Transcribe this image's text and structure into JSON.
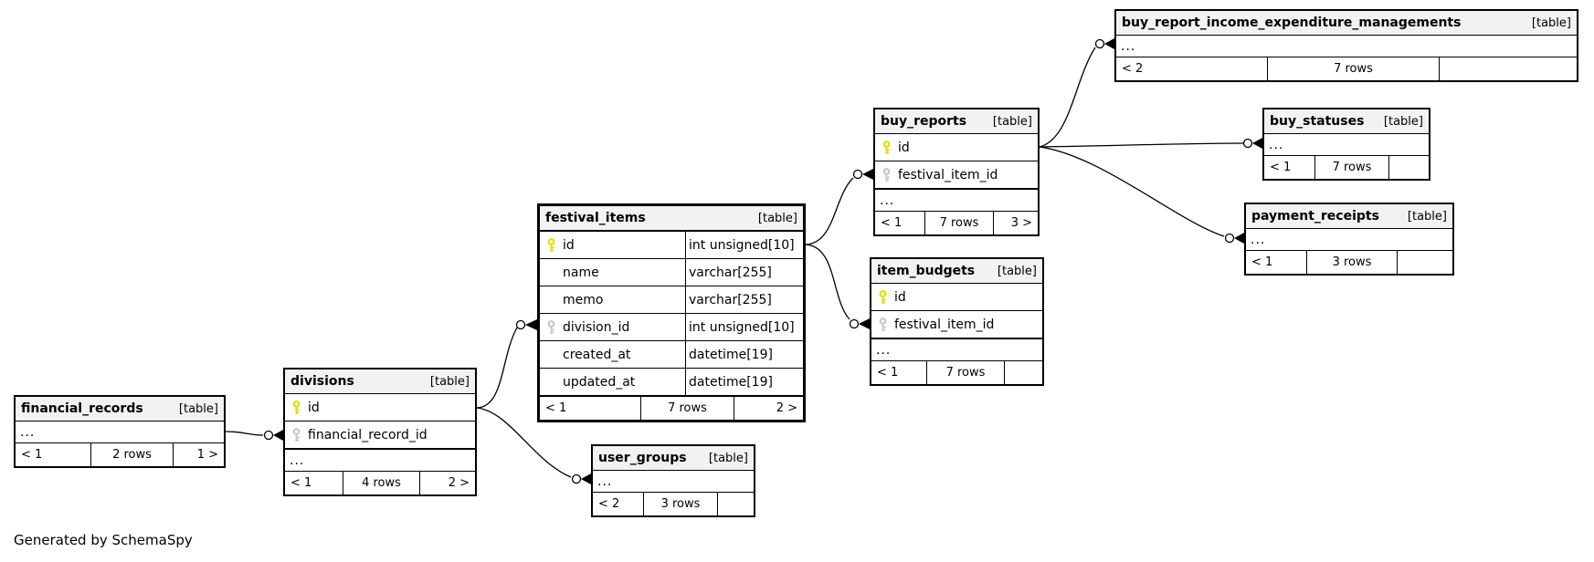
{
  "caption": "Generated by SchemaSpy",
  "colors": {
    "pk_key": "#e3de00",
    "fk_key": "#c8c8c8",
    "header_bg": "#f2f2f2"
  },
  "tables": {
    "financial_records": {
      "name": "financial_records",
      "badge": "[table]",
      "more": "...",
      "footer": {
        "left": "< 1",
        "center": "2 rows",
        "right": "1 >"
      }
    },
    "divisions": {
      "name": "divisions",
      "badge": "[table]",
      "more": "...",
      "columns": [
        {
          "name": "id",
          "key": "pk"
        },
        {
          "name": "financial_record_id",
          "key": "fk"
        }
      ],
      "footer": {
        "left": "< 1",
        "center": "4 rows",
        "right": "2 >"
      }
    },
    "user_groups": {
      "name": "user_groups",
      "badge": "[table]",
      "more": "...",
      "footer": {
        "left": "< 2",
        "center": "3 rows",
        "right": ""
      }
    },
    "festival_items": {
      "name": "festival_items",
      "badge": "[table]",
      "columns": [
        {
          "name": "id",
          "type": "int unsigned[10]",
          "key": "pk"
        },
        {
          "name": "name",
          "type": "varchar[255]",
          "key": ""
        },
        {
          "name": "memo",
          "type": "varchar[255]",
          "key": ""
        },
        {
          "name": "division_id",
          "type": "int unsigned[10]",
          "key": "fk"
        },
        {
          "name": "created_at",
          "type": "datetime[19]",
          "key": ""
        },
        {
          "name": "updated_at",
          "type": "datetime[19]",
          "key": ""
        }
      ],
      "footer": {
        "left": "< 1",
        "center": "7 rows",
        "right": "2 >"
      }
    },
    "buy_reports": {
      "name": "buy_reports",
      "badge": "[table]",
      "more": "...",
      "columns": [
        {
          "name": "id",
          "key": "pk"
        },
        {
          "name": "festival_item_id",
          "key": "fk"
        }
      ],
      "footer": {
        "left": "< 1",
        "center": "7 rows",
        "right": "3 >"
      }
    },
    "item_budgets": {
      "name": "item_budgets",
      "badge": "[table]",
      "more": "...",
      "columns": [
        {
          "name": "id",
          "key": "pk"
        },
        {
          "name": "festival_item_id",
          "key": "fk"
        }
      ],
      "footer": {
        "left": "< 1",
        "center": "7 rows",
        "right": ""
      }
    },
    "buy_report_income_expenditure_managements": {
      "name": "buy_report_income_expenditure_managements",
      "badge": "[table]",
      "more": "...",
      "footer": {
        "left": "< 2",
        "center": "7 rows",
        "right": ""
      }
    },
    "buy_statuses": {
      "name": "buy_statuses",
      "badge": "[table]",
      "more": "...",
      "footer": {
        "left": "< 1",
        "center": "7 rows",
        "right": ""
      }
    },
    "payment_receipts": {
      "name": "payment_receipts",
      "badge": "[table]",
      "more": "...",
      "footer": {
        "left": "< 1",
        "center": "3 rows",
        "right": ""
      }
    }
  },
  "relationships": [
    {
      "parent": "financial_records",
      "child": "divisions.financial_record_id"
    },
    {
      "parent": "divisions.id",
      "child": "festival_items.division_id"
    },
    {
      "parent": "divisions.id",
      "child": "user_groups"
    },
    {
      "parent": "festival_items.id",
      "child": "buy_reports.festival_item_id"
    },
    {
      "parent": "festival_items.id",
      "child": "item_budgets.festival_item_id"
    },
    {
      "parent": "buy_reports.id",
      "child": "buy_report_income_expenditure_managements"
    },
    {
      "parent": "buy_reports.id",
      "child": "buy_statuses"
    },
    {
      "parent": "buy_reports.id",
      "child": "payment_receipts"
    }
  ]
}
